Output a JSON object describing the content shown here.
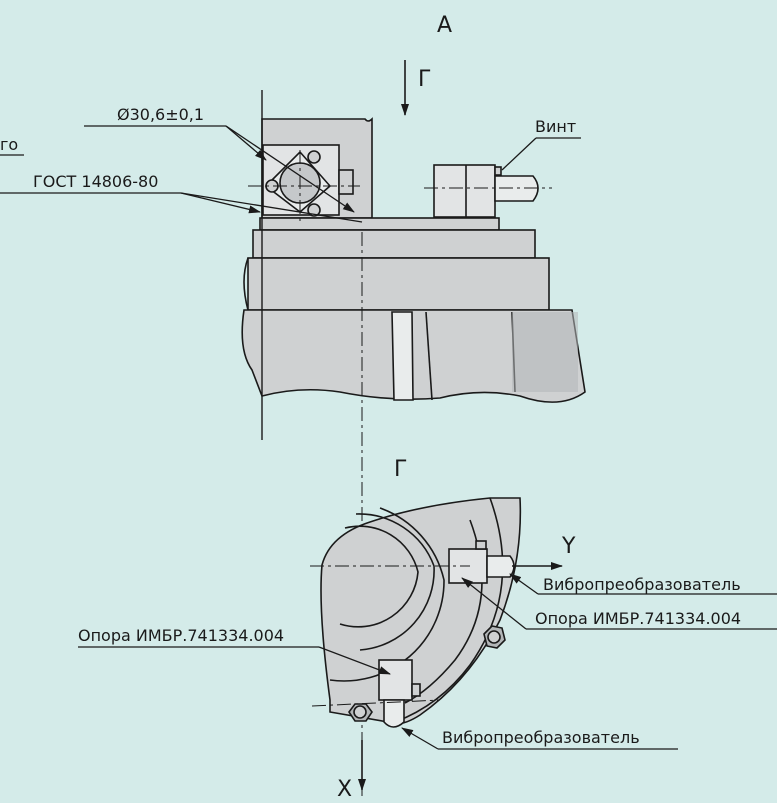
{
  "view_label": "А",
  "section_label": "Г",
  "section_label_bottom": "Г",
  "axis_y": "Y",
  "axis_x": "X",
  "labels": {
    "diameter": "Ø30,6±0,1",
    "cut_text": "го",
    "gost": "ГОСТ 14806-80",
    "screw": "Винт",
    "vibro_right": "Вибропреобразователь",
    "support_right": "Опора ИМБР.741334.004",
    "support_left": "Опора ИМБР.741334.004",
    "vibro_bottom": "Вибропреобразователь"
  },
  "colors": {
    "background": "#d4ebe9",
    "part_fill": "#cfd1d2",
    "part_dark": "#b3b6b8",
    "line": "#1a1a1a"
  }
}
